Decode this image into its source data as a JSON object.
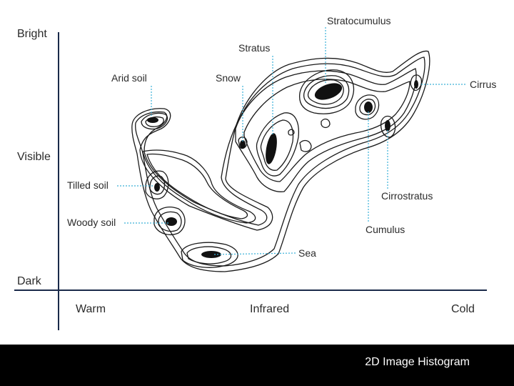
{
  "caption": "2D Image Histogram",
  "y_axis": {
    "top": "Bright",
    "middle": "Visible",
    "bottom": "Dark"
  },
  "x_axis": {
    "left": "Warm",
    "middle": "Infrared",
    "right": "Cold"
  },
  "clusters": [
    "Arid soil",
    "Snow",
    "Stratus",
    "Stratocumulus",
    "Cirrus",
    "Tilled soil",
    "Woody soil",
    "Sea",
    "Cirrostratus",
    "Cumulus"
  ],
  "colors": {
    "ink": "#1a1a1a",
    "leader": "#3ab0d8",
    "background": "#ffffff",
    "frame": "#000000"
  }
}
